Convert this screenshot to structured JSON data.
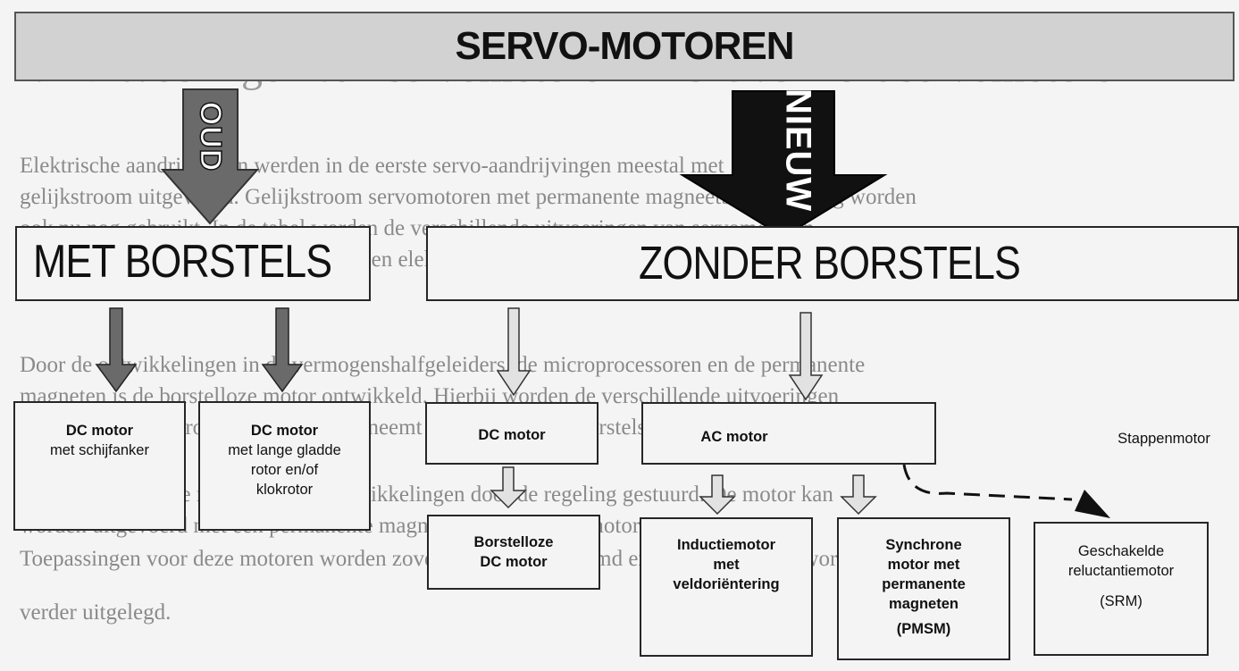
{
  "title": "SERVO-MOTOREN",
  "arrows": {
    "old": "OUD",
    "new": "NIEUW"
  },
  "categories": {
    "brushed": "MET BORSTELS",
    "brushless": "ZONDER BORSTELS"
  },
  "nodes": {
    "dc_disc": {
      "title": "DC motor",
      "lines": [
        "met schijfanker"
      ]
    },
    "dc_long": {
      "title": "DC motor",
      "lines": [
        "met lange gladde",
        "rotor en/of",
        "klokrotor"
      ]
    },
    "dc_brushless_parent": {
      "title": "DC motor"
    },
    "ac_motor": {
      "title": "AC motor"
    },
    "stepper": {
      "title": "Stappenmotor"
    },
    "bldc": {
      "lines": [
        "Borstelloze",
        "DC motor"
      ]
    },
    "induction": {
      "lines": [
        "Inductiemotor",
        "met",
        "veldoriëntering"
      ]
    },
    "pmsm": {
      "lines": [
        "Synchrone",
        "motor met",
        "permanente",
        "magneten",
        "(PMSM)"
      ]
    },
    "srm": {
      "lines": [
        "Geschakelde",
        "reluctantiemotor",
        "(SRM)"
      ]
    }
  },
  "background_text": {
    "heading": "1.4  Uitvoeringen van servomotoren — 5 Overzicht servomotoren",
    "lines": [
      "Elektrische aandrijvingen werden in de eerste servo-aandrijvingen meestal met",
      "gelijkstroom uitgevoerd. Gelijkstroom servomotoren met permanente magneetbekrachtiging worden",
      "ook nu nog gebruikt. In de tabel worden de verschillende uitvoeringen van servomotoren",
      "schakeling, bestaande uit de motor en een elektronische regeling.",
      "Door de ontwikkelingen in de vermogenshalfgeleiders, de microprocessoren en de permanente",
      "magneten is de borstelloze motor ontwikkeld. Hierbij worden de verschillende uitvoeringen",
      "toegepast, de elektronische schakeling neemt de plaats van de borstels en de commutator in.",
      "Afhankelijk van de motor worden de wikkelingen door de regeling gestuurd. De motor kan",
      "worden uitgevoerd met een permanente magneet of als inductiemotor.",
      "Toepassingen voor deze motoren worden zoveel mogelijk genoemd en nadelen hiervan worden",
      "verder uitgelegd."
    ]
  },
  "colors": {
    "dark_arrow": "#111111",
    "gray_arrow": "#6a6a6a",
    "light_arrow": "#d9d9d9",
    "title_fill": "#d2d2d2"
  }
}
